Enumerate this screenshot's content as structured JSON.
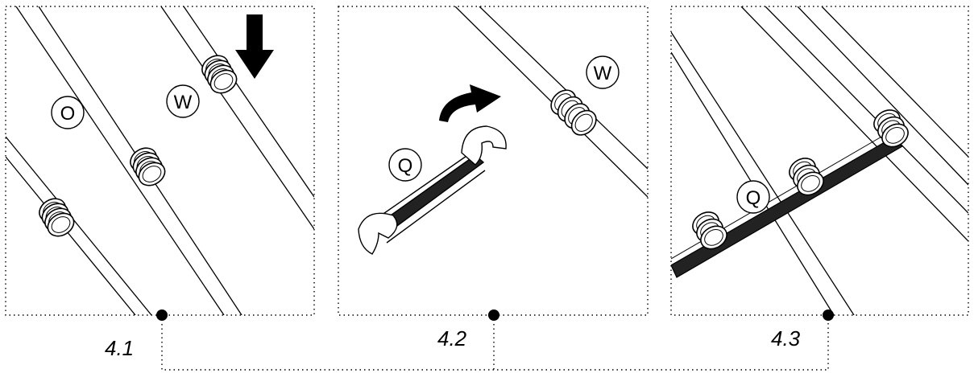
{
  "panels": [
    {
      "step": "4.1",
      "callouts": [
        "O",
        "W"
      ],
      "icons": [
        "down-arrow-icon"
      ]
    },
    {
      "step": "4.2",
      "callouts": [
        "Q",
        "W"
      ],
      "icons": [
        "rotate-arrow-icon",
        "wrench-icon"
      ]
    },
    {
      "step": "4.3",
      "callouts": [
        "Q"
      ],
      "icons": [
        "wrench-icon"
      ]
    }
  ],
  "colors": {
    "line": "#000000",
    "background": "#ffffff"
  }
}
